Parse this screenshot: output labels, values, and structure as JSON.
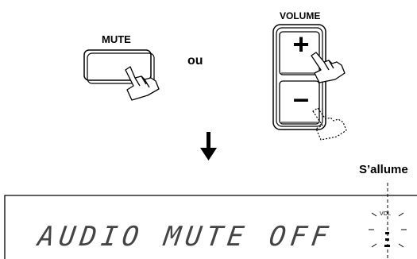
{
  "mute": {
    "label": "MUTE",
    "icon": "pressing-hand-icon"
  },
  "connector": "ou",
  "volume": {
    "label": "VOLUME",
    "plus": "+",
    "minus": "–",
    "icon": "pressing-hand-icon"
  },
  "arrow": {
    "icon": "arrow-down-icon"
  },
  "indicator": {
    "label": "S’allume"
  },
  "display": {
    "text": "AUDIO MUTE OFF",
    "vol_label": "VOL"
  }
}
